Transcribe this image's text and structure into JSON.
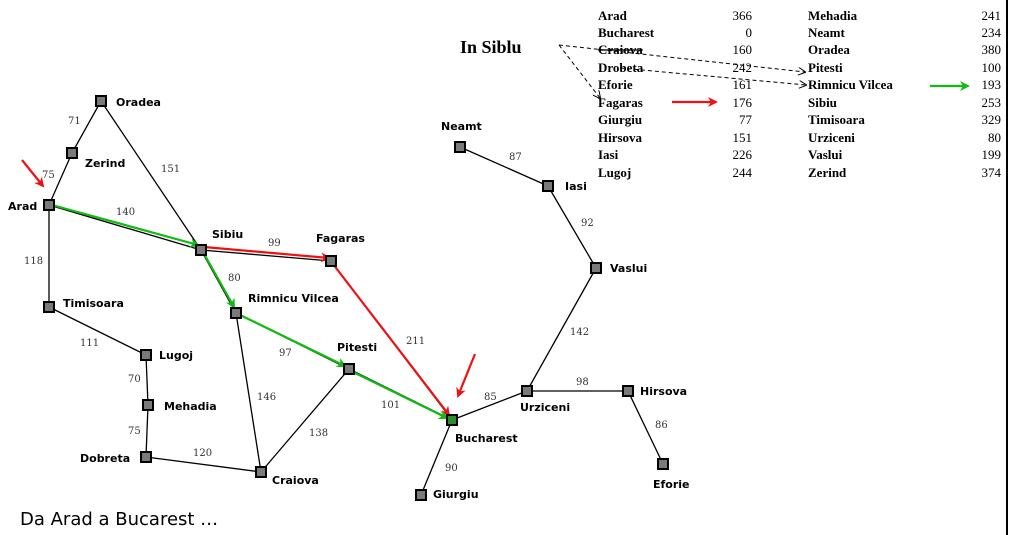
{
  "insiblu_label": "In Siblu",
  "caption": "Da Arad a Bucarest …",
  "colors": {
    "red": "#ee1111",
    "green": "#11bb11"
  },
  "cities": {
    "oradea": "Oradea",
    "zerind": "Zerind",
    "arad": "Arad",
    "timisoara": "Timisoara",
    "lugoj": "Lugoj",
    "mehadia": "Mehadia",
    "dobreta": "Dobreta",
    "sibiu": "Sibiu",
    "fagaras": "Fagaras",
    "rimnicu": "Rimnicu Vilcea",
    "pitesti": "Pitesti",
    "craiova": "Craiova",
    "bucharest": "Bucharest",
    "giurgiu": "Giurgiu",
    "neamt": "Neamt",
    "iasi": "Iasi",
    "vaslui": "Vaslui",
    "urziceni": "Urziceni",
    "hirsova": "Hirsova",
    "eforie": "Eforie"
  },
  "distances": {
    "oradea_zerind": "71",
    "zerind_arad": "75",
    "oradea_sibiu": "151",
    "arad_sibiu": "140",
    "arad_timisoara": "118",
    "timisoara_lugoj": "111",
    "lugoj_mehadia": "70",
    "mehadia_dobreta": "75",
    "dobreta_craiova": "120",
    "sibiu_fagaras": "99",
    "sibiu_rimnicu": "80",
    "rimnicu_pitesti": "97",
    "rimnicu_craiova": "146",
    "pitesti_craiova": "138",
    "pitesti_bucharest": "101",
    "fagaras_bucharest": "211",
    "bucharest_giurgiu": "90",
    "bucharest_urziceni": "85",
    "neamt_iasi": "87",
    "iasi_vaslui": "92",
    "vaslui_urziceni": "142",
    "urziceni_hirsova": "98",
    "hirsova_eforie": "86"
  },
  "heuristic_table": {
    "left": [
      {
        "city": "Arad",
        "value": "366"
      },
      {
        "city": "Bucharest",
        "value": "0"
      },
      {
        "city": "Craiova",
        "value": "160"
      },
      {
        "city": "Drobeta",
        "value": "242"
      },
      {
        "city": "Eforie",
        "value": "161"
      },
      {
        "city": "Fagaras",
        "value": "176"
      },
      {
        "city": "Giurgiu",
        "value": "77"
      },
      {
        "city": "Hirsova",
        "value": "151"
      },
      {
        "city": "Iasi",
        "value": "226"
      },
      {
        "city": "Lugoj",
        "value": "244"
      }
    ],
    "right": [
      {
        "city": "Mehadia",
        "value": "241"
      },
      {
        "city": "Neamt",
        "value": "234"
      },
      {
        "city": "Oradea",
        "value": "380"
      },
      {
        "city": "Pitesti",
        "value": "100"
      },
      {
        "city": "Rimnicu Vilcea",
        "value": "193"
      },
      {
        "city": "Sibiu",
        "value": "253"
      },
      {
        "city": "Timisoara",
        "value": "329"
      },
      {
        "city": "Urziceni",
        "value": "80"
      },
      {
        "city": "Vaslui",
        "value": "199"
      },
      {
        "city": "Zerind",
        "value": "374"
      }
    ]
  }
}
